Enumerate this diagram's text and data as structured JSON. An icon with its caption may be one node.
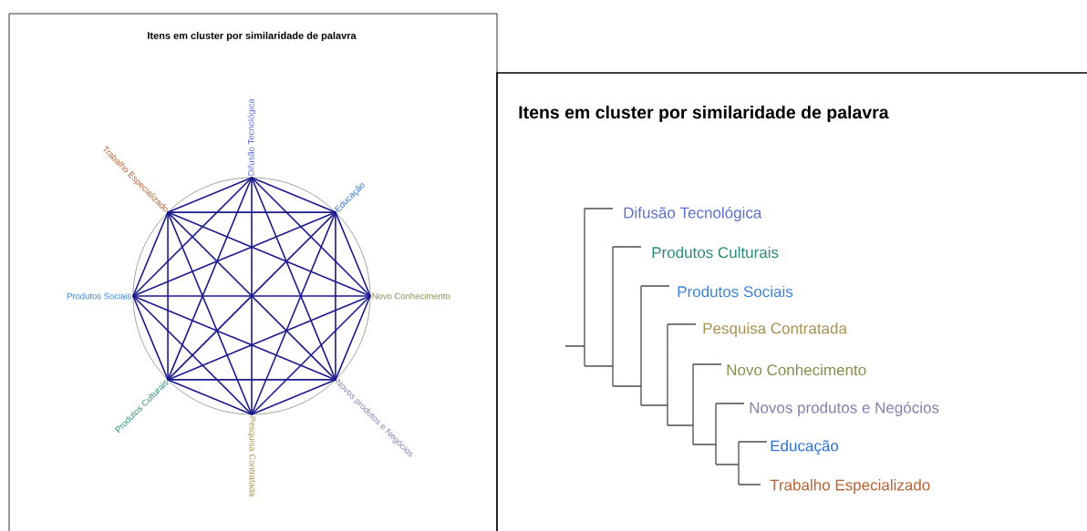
{
  "diagram": {
    "title": "Itens em cluster por similaridade de palavra",
    "nodes": [
      {
        "text": [
          "Difusão Tecnológica"
        ]
      },
      {
        "text": [
          "Trabalho Especializado"
        ]
      },
      {
        "text": [
          "Educação"
        ]
      },
      {
        "text": [
          "Produtos Sociais"
        ]
      },
      {
        "text": [
          "Novo Conhecimento"
        ]
      },
      {
        "text": [
          "Produtos Culturais"
        ]
      },
      {
        "text": [
          "Novos produtos e Negócios"
        ]
      },
      {
        "text": [
          "Pesquisa Contratada"
        ]
      }
    ],
    "edges": [
      {
        "from": 0,
        "to": 1,
        "arrow": "none"
      },
      {
        "from": 0,
        "to": 2,
        "arrow": "none"
      },
      {
        "from": 0,
        "to": 3,
        "arrow": "none"
      },
      {
        "from": 0,
        "to": 4,
        "arrow": "none"
      },
      {
        "from": 0,
        "to": 5,
        "arrow": "none"
      },
      {
        "from": 0,
        "to": 6,
        "arrow": "none"
      },
      {
        "from": 0,
        "to": 7,
        "arrow": "none"
      },
      {
        "from": 1,
        "to": 2,
        "arrow": "none"
      },
      {
        "from": 1,
        "to": 3,
        "arrow": "none"
      },
      {
        "from": 1,
        "to": 4,
        "arrow": "none"
      },
      {
        "from": 1,
        "to": 5,
        "arrow": "none"
      },
      {
        "from": 1,
        "to": 6,
        "arrow": "none"
      },
      {
        "from": 1,
        "to": 7,
        "arrow": "none"
      },
      {
        "from": 2,
        "to": 3,
        "arrow": "none"
      },
      {
        "from": 2,
        "to": 4,
        "arrow": "none"
      },
      {
        "from": 2,
        "to": 5,
        "arrow": "none"
      },
      {
        "from": 2,
        "to": 6,
        "arrow": "none"
      },
      {
        "from": 2,
        "to": 7,
        "arrow": "none"
      },
      {
        "from": 3,
        "to": 4,
        "arrow": "none"
      },
      {
        "from": 3,
        "to": 5,
        "arrow": "none"
      },
      {
        "from": 3,
        "to": 6,
        "arrow": "none"
      },
      {
        "from": 3,
        "to": 7,
        "arrow": "none"
      },
      {
        "from": 4,
        "to": 5,
        "arrow": "none"
      },
      {
        "from": 4,
        "to": 6,
        "arrow": "none"
      },
      {
        "from": 4,
        "to": 7,
        "arrow": "none"
      },
      {
        "from": 5,
        "to": 6,
        "arrow": "none"
      },
      {
        "from": 5,
        "to": 7,
        "arrow": "none"
      },
      {
        "from": 6,
        "to": 7,
        "arrow": "none"
      }
    ],
    "labels": [
      "Itens em cluster por similaridade de palavra",
      "Difusão Tecnológica",
      "Produtos Culturais",
      "Produtos Sociais",
      "Pesquisa Contratada",
      "Novo Conhecimento",
      "Novos produtos e Negócios",
      "Educação",
      "Trabalho Especializado"
    ]
  }
}
